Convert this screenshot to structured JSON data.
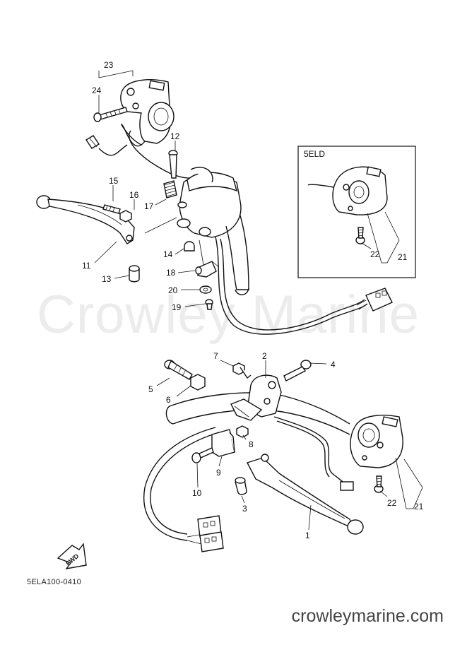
{
  "watermark": "Crowley Marine",
  "footer_url": "crowleymarine.com",
  "diagram_code": "5ELA100-0410",
  "inset_label": "5ELD",
  "fwd_label": "FWD",
  "callouts": [
    "1",
    "2",
    "3",
    "4",
    "5",
    "6",
    "7",
    "8",
    "9",
    "10",
    "11",
    "12",
    "13",
    "14",
    "15",
    "16",
    "17",
    "18",
    "19",
    "20",
    "21",
    "22",
    "23",
    "24",
    "21",
    "22"
  ]
}
